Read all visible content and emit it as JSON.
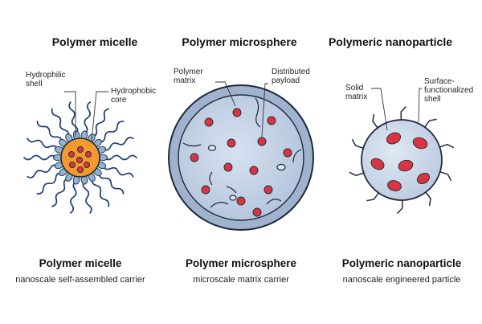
{
  "panels": [
    {
      "title": "Polymer micelle",
      "labels": [
        "Hydrophilic\nshell",
        "Hydrophobic\ncore"
      ],
      "caption_title": "Polymer micelle",
      "caption_sub": "nanoscale self-assembled carrier"
    },
    {
      "title": "Polymer microsphere",
      "labels": [
        "Polymer\nmatrix",
        "Distributed\npayload"
      ],
      "caption_title": "Polymer microsphere",
      "caption_sub": "microscale matrix carrier"
    },
    {
      "title": "Polymeric nanoparticle",
      "labels": [
        "Solid\nmatrix",
        "Surface-\nfunctionalized\nshell"
      ],
      "caption_title": "Polymeric nanoparticle",
      "caption_sub": "nanoscale engineered particle"
    }
  ],
  "colors": {
    "payload_red": "#d9343f",
    "core_orange": "#f39a2e",
    "particle_blue": "#b8c8de",
    "outline": "#1f2a3a"
  }
}
